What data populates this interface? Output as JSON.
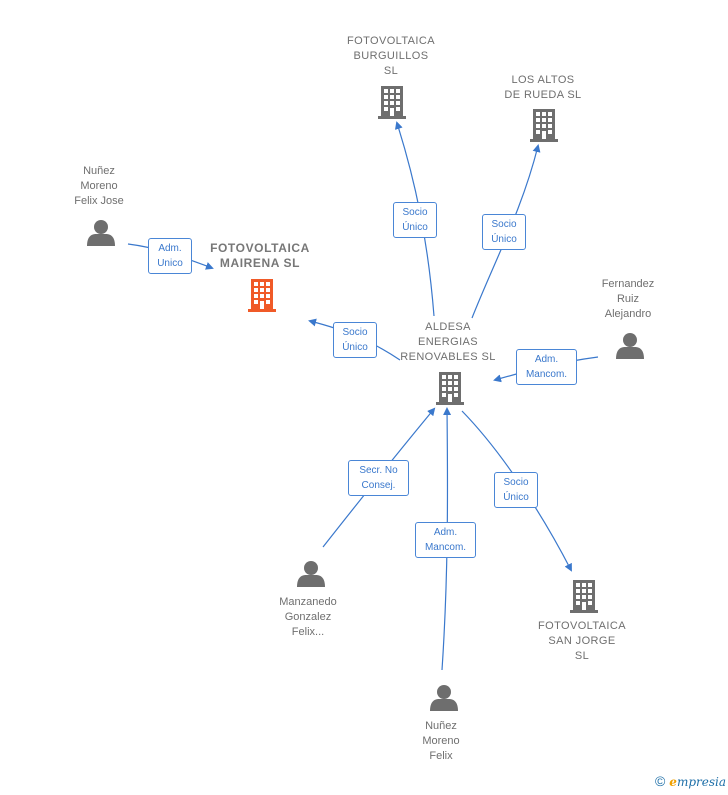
{
  "nodes": {
    "fotovoltaica_burguillos": {
      "label": "FOTOVOLTAICA\nBURGUILLOS\nSL",
      "type": "company"
    },
    "los_altos": {
      "label": "LOS ALTOS\nDE RUEDA SL",
      "type": "company"
    },
    "nunez_moreno_felix_jose": {
      "label": "Nuñez\nMoreno\nFelix Jose",
      "type": "person"
    },
    "fotovoltaica_mairena": {
      "label": "FOTOVOLTAICA\nMAIRENA  SL",
      "type": "company-main"
    },
    "fernandez_ruiz": {
      "label": "Fernandez\nRuiz\nAlejandro",
      "type": "person"
    },
    "aldesa": {
      "label": "ALDESA\nENERGIAS\nRENOVABLES SL",
      "type": "company"
    },
    "manzanedo": {
      "label": "Manzanedo\nGonzalez\nFelix...",
      "type": "person"
    },
    "nunez_moreno_felix": {
      "label": "Nuñez\nMoreno\nFelix",
      "type": "person"
    },
    "fotovoltaica_san_jorge": {
      "label": "FOTOVOLTAICA\nSAN JORGE\nSL",
      "type": "company"
    }
  },
  "edges": {
    "aldesa_burguillos": {
      "label": "Socio\nÚnico"
    },
    "aldesa_los_altos": {
      "label": "Socio\nÚnico"
    },
    "felix_jose_mairena": {
      "label": "Adm.\nUnico"
    },
    "aldesa_mairena": {
      "label": "Socio\nÚnico"
    },
    "fernandez_aldesa": {
      "label": "Adm.\nMancom."
    },
    "manzanedo_aldesa": {
      "label": "Secr.  No\nConsej."
    },
    "nunez_felix_aldesa": {
      "label": "Adm.\nMancom."
    },
    "aldesa_san_jorge": {
      "label": "Socio\nÚnico"
    }
  },
  "colors": {
    "edge": "#3a78cc",
    "node_gray": "#6e6e6e",
    "main_company": "#f05a28"
  },
  "footer": {
    "copyright": "©",
    "brand_initial": "e",
    "brand_rest": "mpresia"
  }
}
